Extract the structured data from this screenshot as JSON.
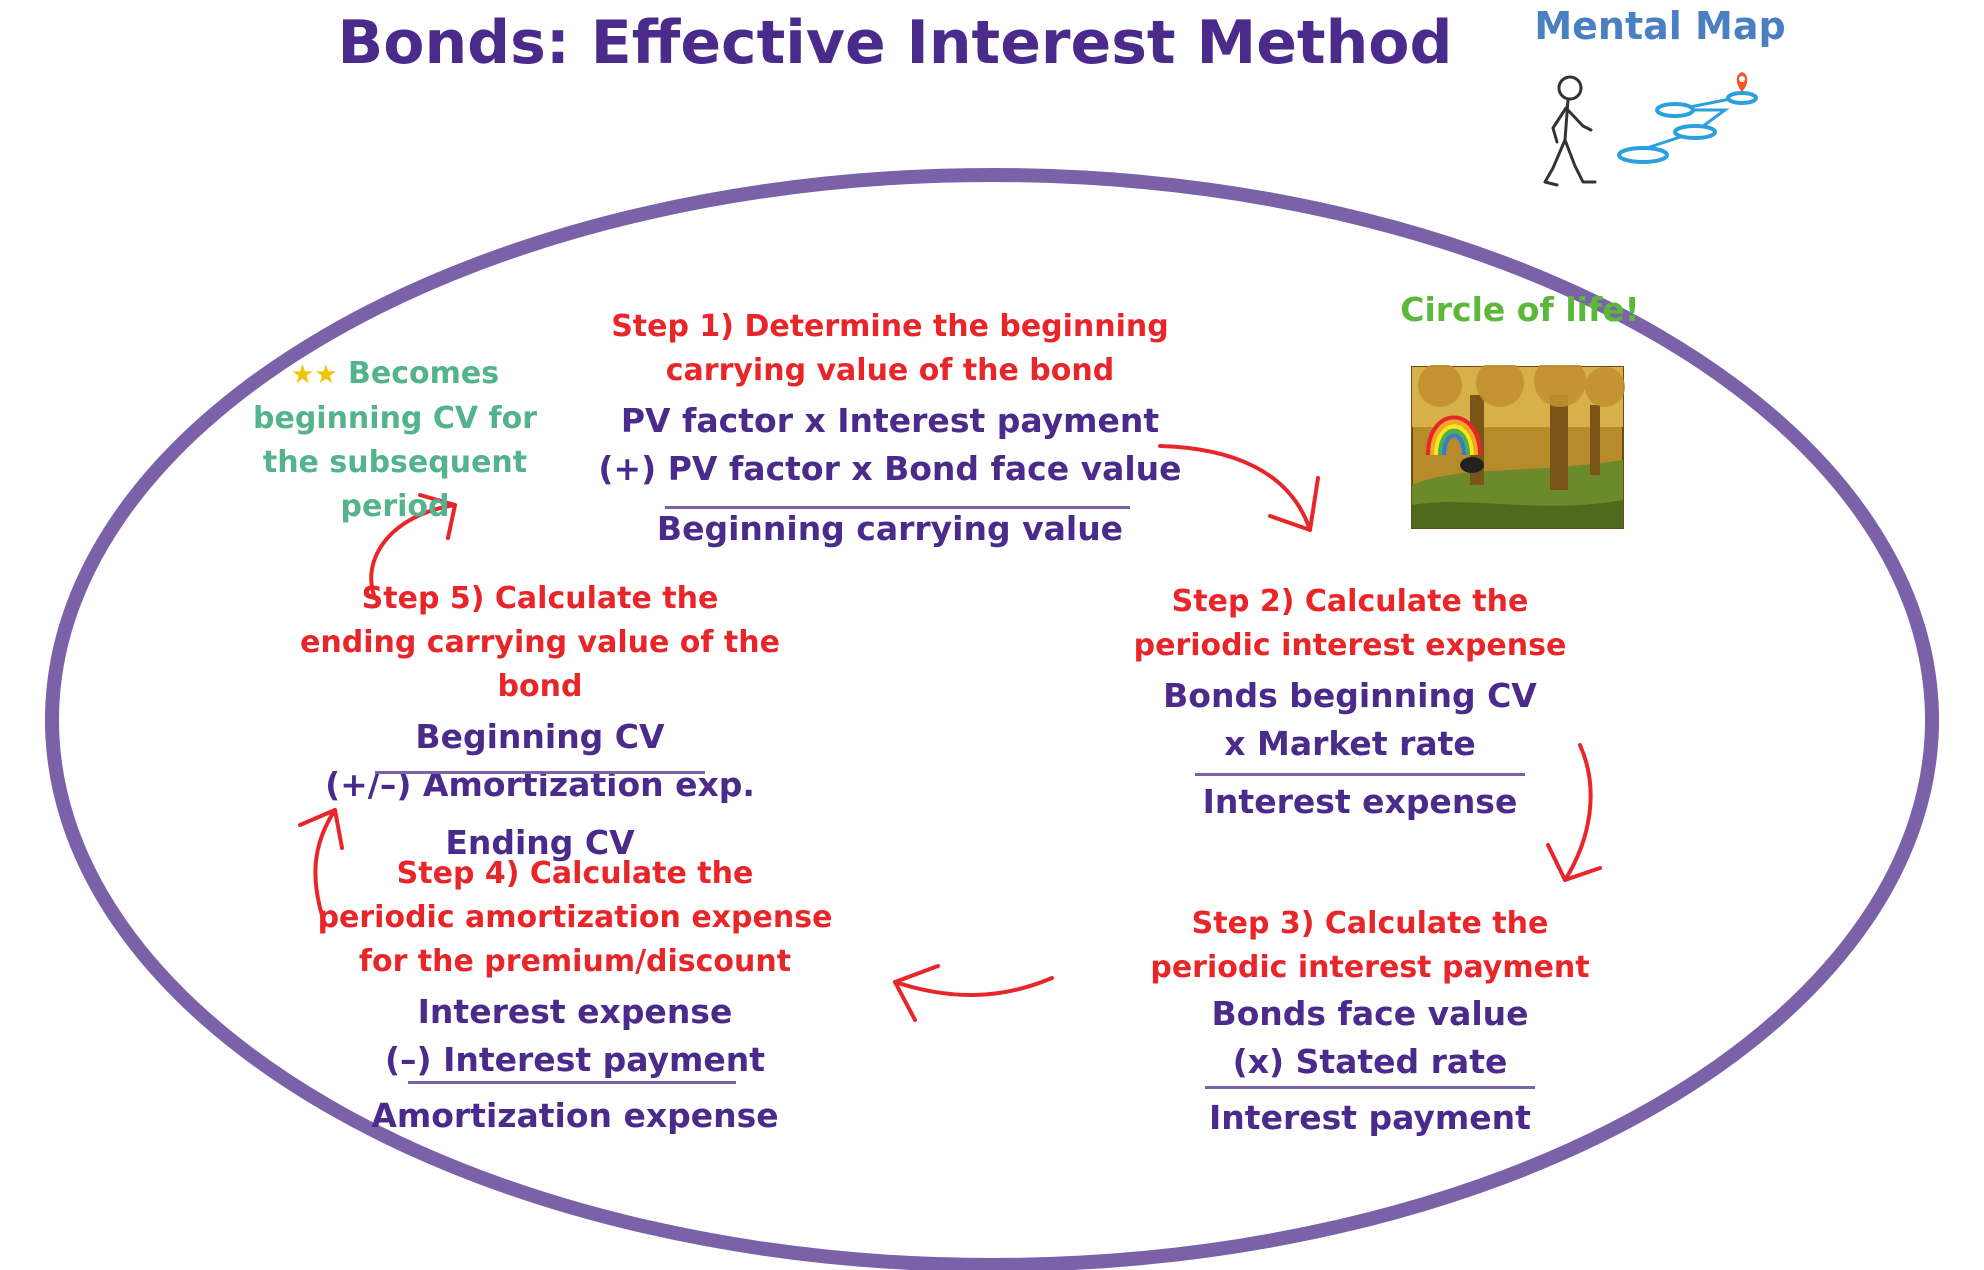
{
  "title": "Bonds: Effective Interest Method",
  "mental_map": {
    "label": "Mental Map",
    "icon": "mental-map-walker-icon"
  },
  "circle_of_life": {
    "label": "Circle of life!",
    "icon": "forest-rainbow-illustration"
  },
  "colors": {
    "title": "#4a2a8a",
    "step_heading": "#e8262a",
    "formula_text": "#4a2a8a",
    "ellipse": "#7b62a8",
    "note": "#52b38c",
    "circle_of_life": "#5cb83a",
    "mental_map": "#4a7fc1"
  },
  "note": {
    "stars": "★★",
    "line1": "Becomes",
    "line2": "beginning CV for",
    "line3": "the subsequent period"
  },
  "steps": [
    {
      "heading": [
        "Step 1) Determine the beginning",
        "carrying value of the bond"
      ],
      "lines_above": [
        "PV factor x Interest payment",
        "(+) PV factor x Bond face value"
      ],
      "result": "Beginning carrying value"
    },
    {
      "heading": [
        "Step 2) Calculate the",
        "periodic interest expense"
      ],
      "lines_above": [
        "Bonds beginning CV",
        "x Market rate"
      ],
      "result": "Interest expense"
    },
    {
      "heading": [
        "Step 3) Calculate the",
        "periodic interest payment"
      ],
      "lines_above": [
        "Bonds face value",
        "(x) Stated rate"
      ],
      "result": "Interest payment"
    },
    {
      "heading": [
        "Step 4) Calculate the",
        "periodic amortization expense",
        "for the premium/discount"
      ],
      "lines_above": [
        "Interest expense",
        "(–) Interest payment"
      ],
      "result": "Amortization expense"
    },
    {
      "heading": [
        "Step 5) Calculate the",
        "ending carrying value of the bond"
      ],
      "lines_above": [
        "Beginning CV",
        "(+/–) Amortization exp."
      ],
      "result": "Ending CV"
    }
  ]
}
